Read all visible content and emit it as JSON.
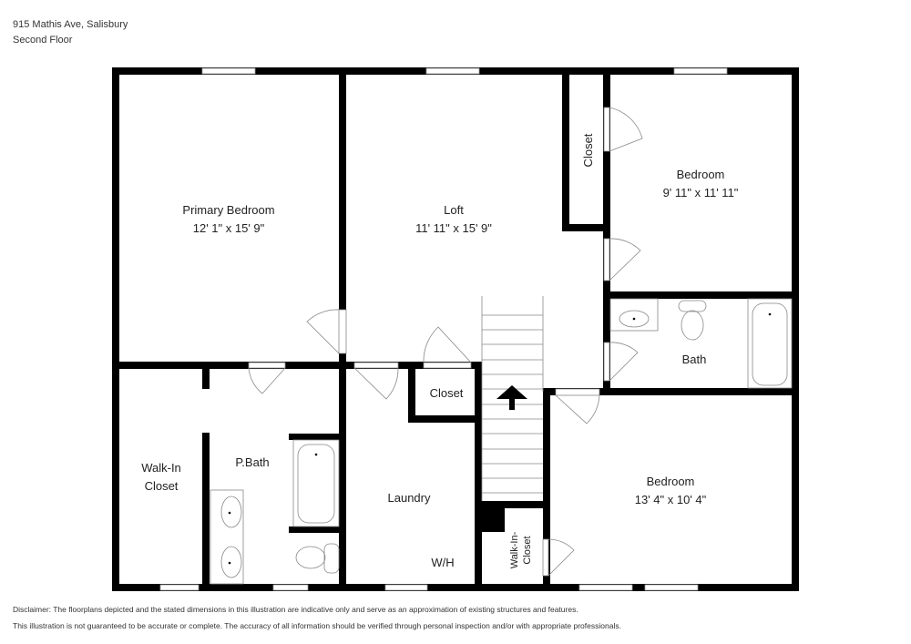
{
  "header": {
    "address": "915 Mathis Ave, Salisbury",
    "floor": "Second Floor"
  },
  "rooms": {
    "primary_bedroom": {
      "name": "Primary Bedroom",
      "dims": "12' 1\" x 15' 9\""
    },
    "loft": {
      "name": "Loft",
      "dims": "11' 11\" x 15' 9\""
    },
    "bedroom_ne": {
      "name": "Bedroom",
      "dims": "9' 11\" x 11' 11\""
    },
    "closet_ne": {
      "name": "Closet"
    },
    "bath": {
      "name": "Bath"
    },
    "walk_in_closet": {
      "name_line1": "Walk-In",
      "name_line2": "Closet"
    },
    "p_bath": {
      "name": "P.Bath"
    },
    "laundry": {
      "name": "Laundry",
      "wh": "W/H"
    },
    "closet_hall": {
      "name": "Closet"
    },
    "walk_in_closet_small": {
      "name_line1": "Walk-In-",
      "name_line2": "Closet"
    },
    "bedroom_se": {
      "name": "Bedroom",
      "dims": "13' 4\" x 10' 4\""
    }
  },
  "stairs": {
    "direction_icon": "up-arrow-icon"
  },
  "disclaimer": {
    "line1": "Disclaimer: The floorplans depicted and the stated dimensions in this illustration are indicative only and serve as an approximation of existing structures and features.",
    "line2": "This illustration is not guaranteed to be accurate or complete. The accuracy of all information should be verified through personal inspection and/or with appropriate professionals."
  },
  "colors": {
    "wall": "#000000",
    "background": "#ffffff",
    "fixture": "#888888"
  }
}
